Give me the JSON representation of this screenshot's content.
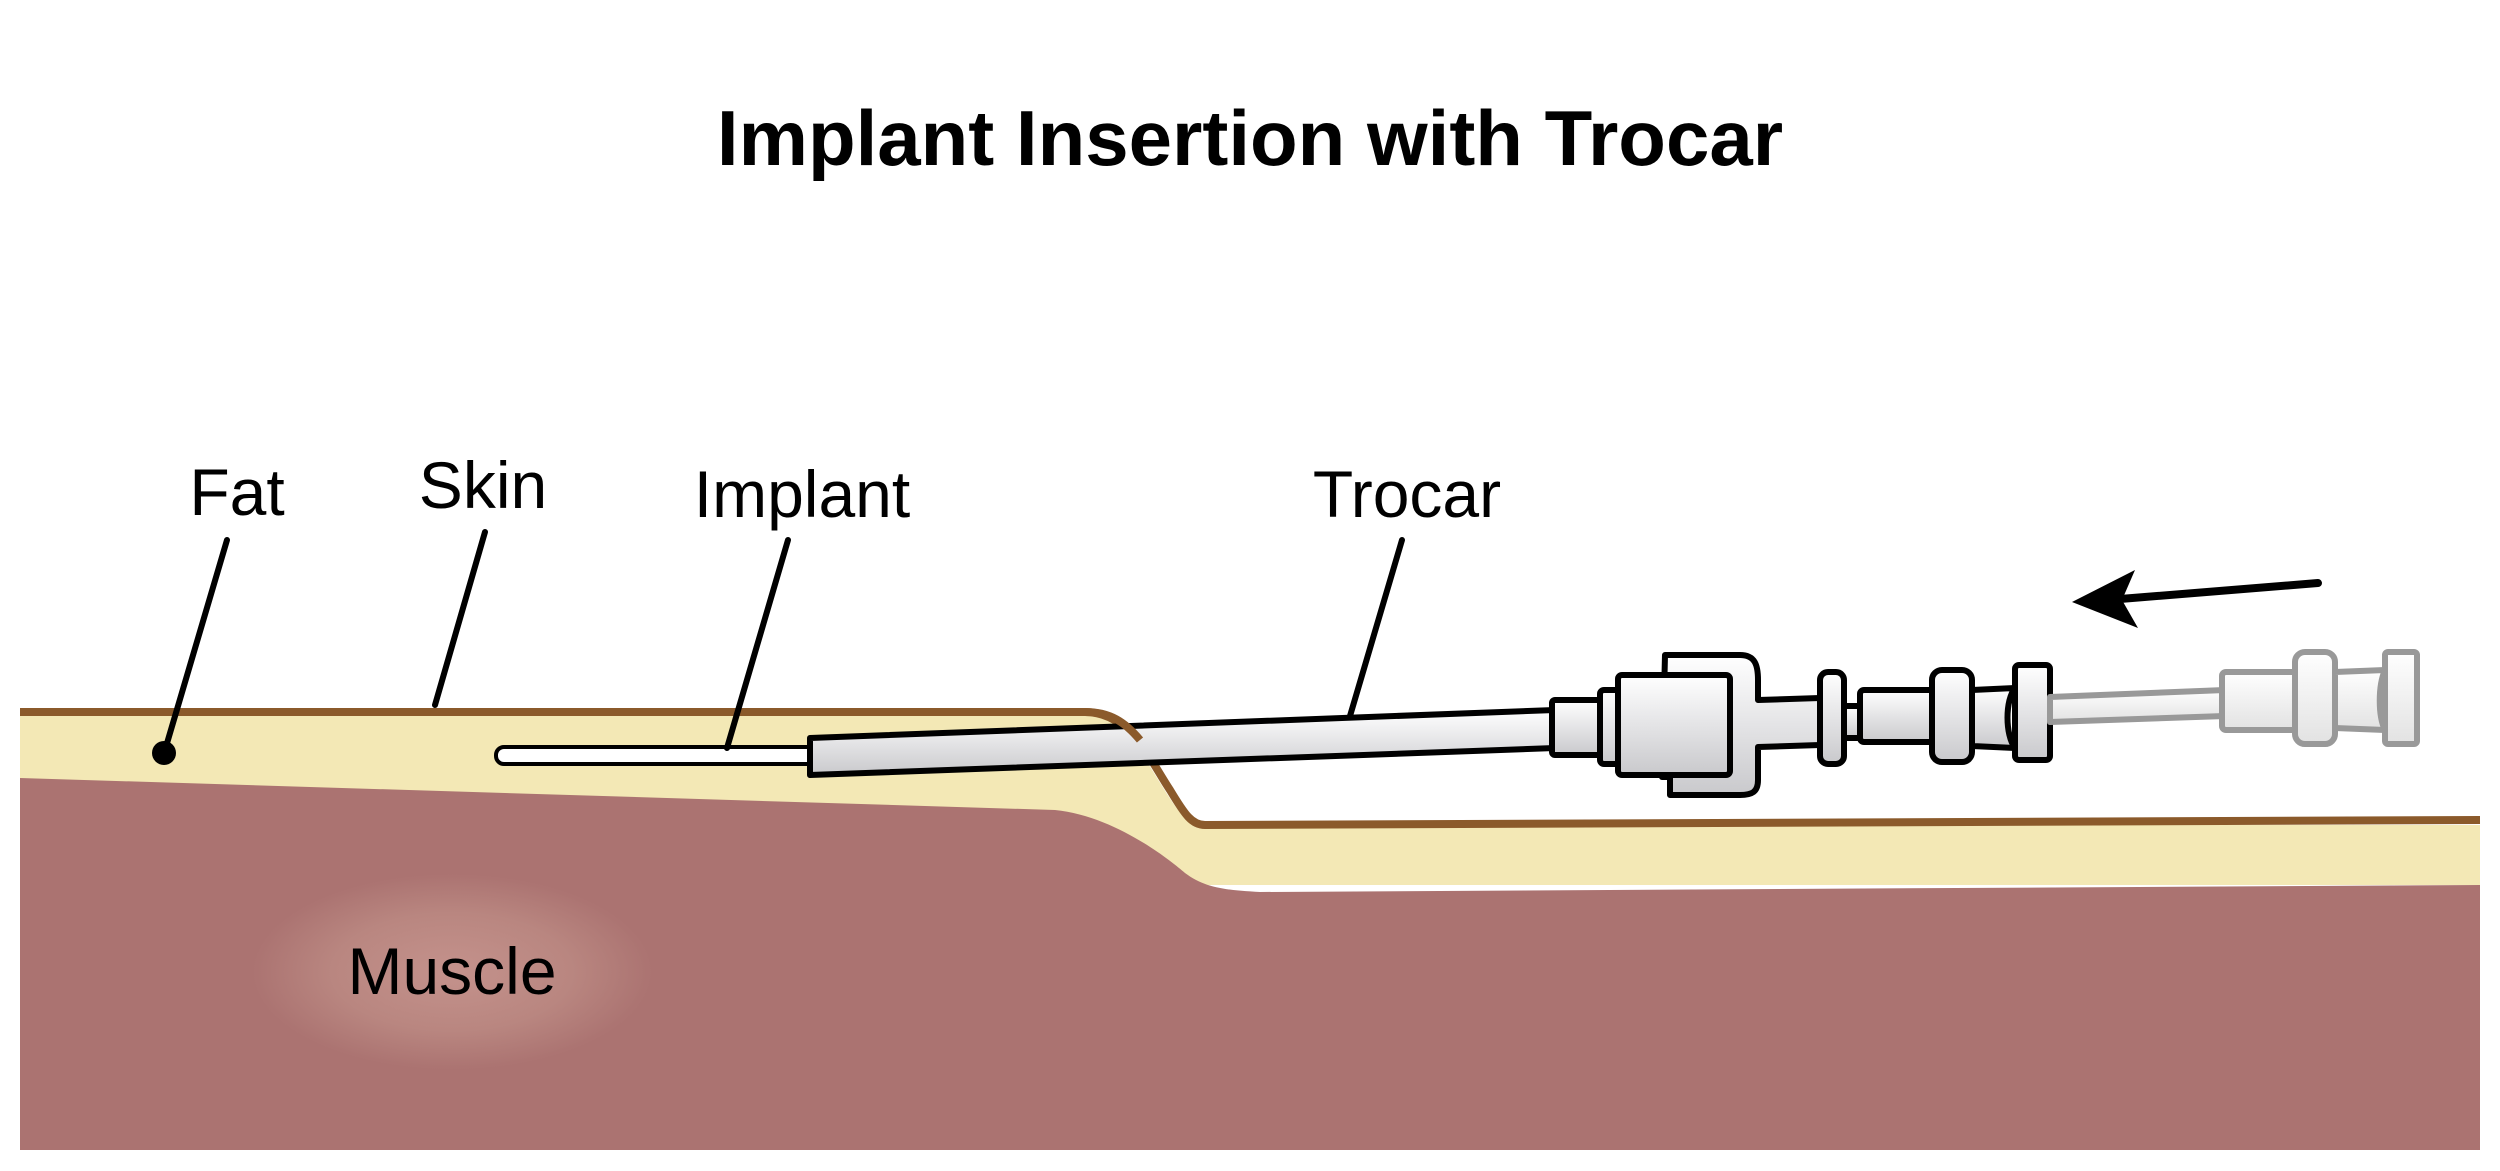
{
  "title": "Implant Insertion with Trocar",
  "labels": {
    "fat": "Fat",
    "skin": "Skin",
    "implant": "Implant",
    "trocar": "Trocar",
    "muscle": "Muscle"
  },
  "colors": {
    "fat": "#F3E8B5",
    "skin": "#8B5A2B",
    "muscle": "#AB7371",
    "muscle_highlight": "#C2908A",
    "trocar_fill": "#E8E8EA",
    "ghost_stroke": "#999999"
  },
  "arrow_direction": "left"
}
